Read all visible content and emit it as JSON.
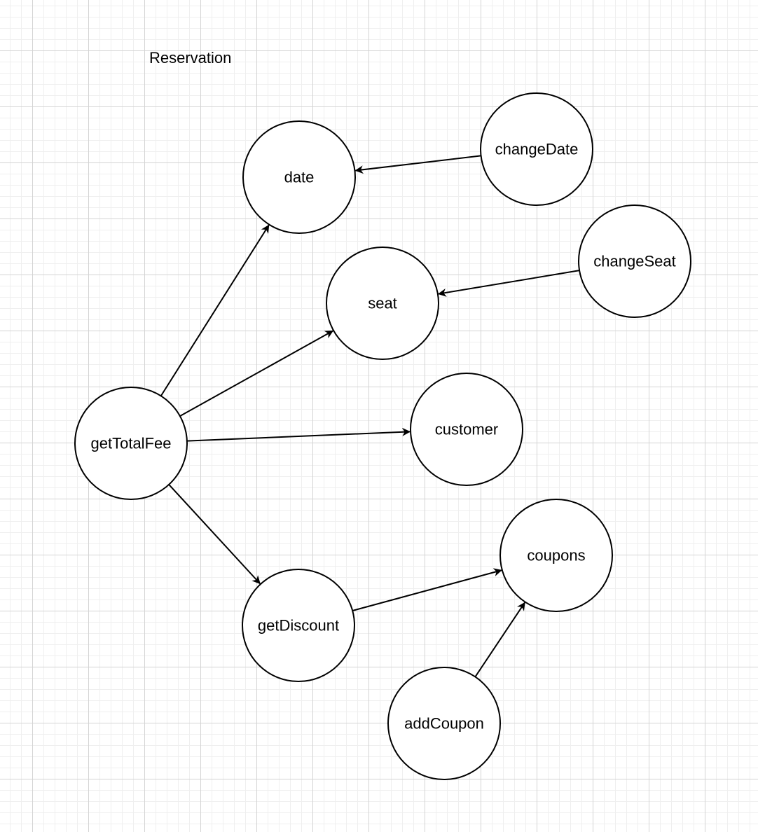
{
  "title": "Reservation",
  "nodes": {
    "date": {
      "label": "date"
    },
    "changeDate": {
      "label": "changeDate"
    },
    "seat": {
      "label": "seat"
    },
    "changeSeat": {
      "label": "changeSeat"
    },
    "getTotalFee": {
      "label": "getTotalFee"
    },
    "customer": {
      "label": "customer"
    },
    "coupons": {
      "label": "coupons"
    },
    "getDiscount": {
      "label": "getDiscount"
    },
    "addCoupon": {
      "label": "addCoupon"
    }
  },
  "edges": [
    {
      "from": "changeDate",
      "to": "date"
    },
    {
      "from": "changeSeat",
      "to": "seat"
    },
    {
      "from": "getTotalFee",
      "to": "date"
    },
    {
      "from": "getTotalFee",
      "to": "seat"
    },
    {
      "from": "getTotalFee",
      "to": "customer"
    },
    {
      "from": "getTotalFee",
      "to": "getDiscount"
    },
    {
      "from": "getDiscount",
      "to": "coupons"
    },
    {
      "from": "addCoupon",
      "to": "coupons"
    }
  ]
}
